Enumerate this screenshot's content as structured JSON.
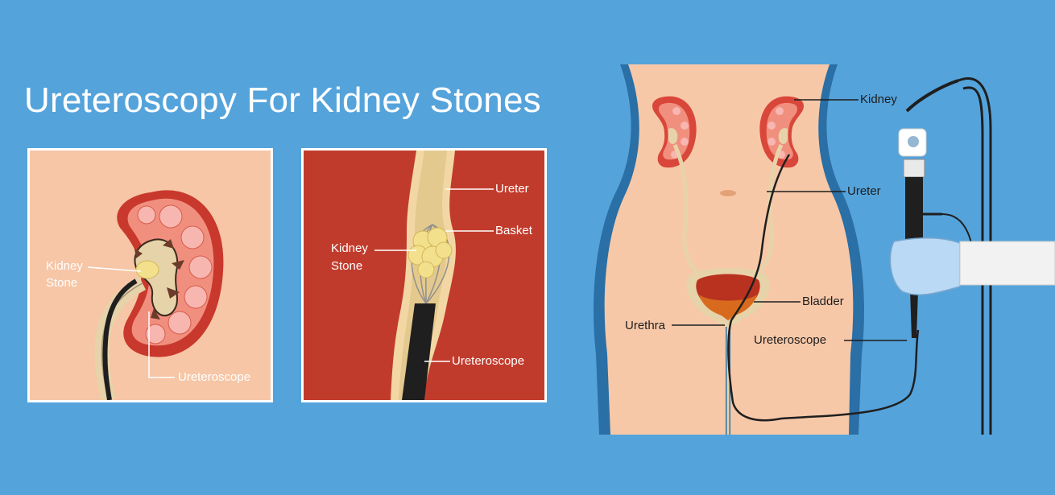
{
  "title": "Ureteroscopy For Kidney Stones",
  "panel_kidney": {
    "kidney_stone_label": [
      "Kidney",
      "Stone"
    ],
    "ureteroscope_label": "Ureteroscope"
  },
  "panel_ureter": {
    "ureter_label": "Ureter",
    "basket_label": "Basket",
    "kidney_stone_label": [
      "Kidney",
      "Stone"
    ],
    "ureteroscope_label": "Ureteroscope"
  },
  "body_diagram": {
    "kidney_label": "Kidney",
    "ureter_label": "Ureter",
    "bladder_label": "Bladder",
    "urethra_label": "Urethra",
    "ureteroscope_label": "Ureteroscope"
  },
  "colors": {
    "background": "#55a3db",
    "skin": "#f7c8a8",
    "kidney_red": "#d9473a",
    "kidney_pink": "#f4a6a6",
    "ureter_tan": "#e8d6ae",
    "stone_yellow": "#f3e08c",
    "scope_black": "#1f1f1f",
    "deep_red": "#c0392b",
    "body_outline": "#2a6fa5"
  }
}
